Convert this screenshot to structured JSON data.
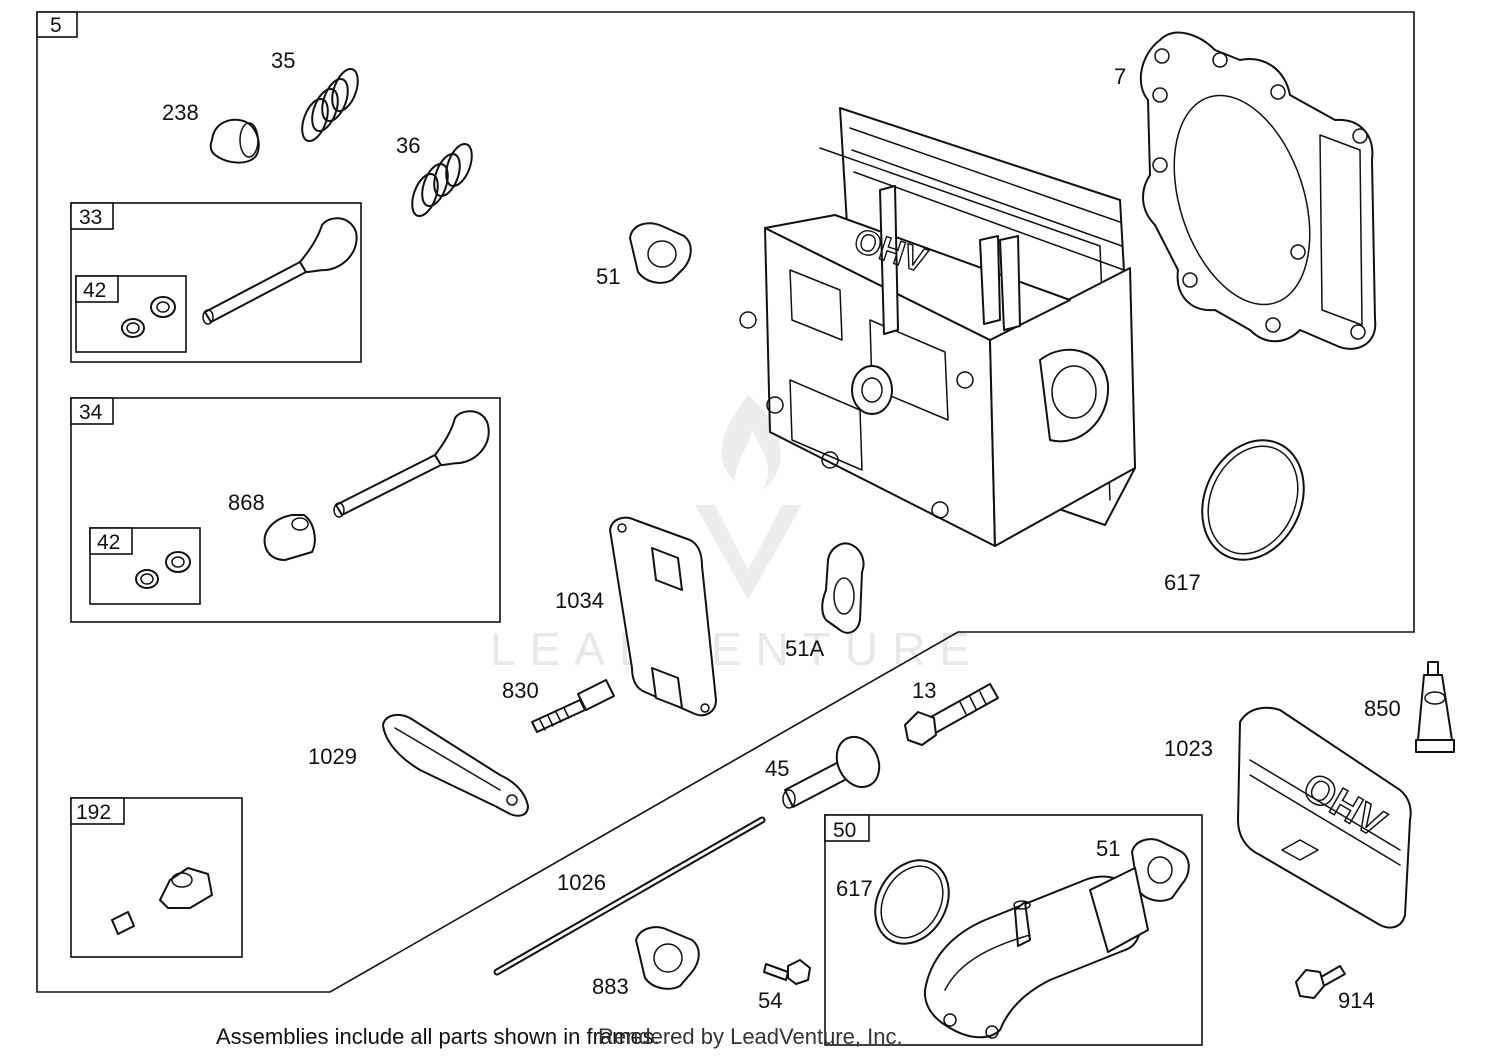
{
  "diagram": {
    "callouts": {
      "c5": "5",
      "c35": "35",
      "c238": "238",
      "c36": "36",
      "c33": "33",
      "c42a": "42",
      "c34": "34",
      "c868": "868",
      "c42b": "42",
      "c192": "192",
      "c51a": "51",
      "c7": "7",
      "c617a": "617",
      "c1034": "1034",
      "c51A": "51A",
      "c830": "830",
      "c1029": "1029",
      "c13": "13",
      "c45": "45",
      "c850": "850",
      "c1023": "1023",
      "c1026": "1026",
      "c50": "50",
      "c617b": "617",
      "c51b": "51",
      "c883": "883",
      "c54": "54",
      "c914": "914"
    },
    "engraving_head": "OHV",
    "engraving_cover": "OHV",
    "watermark": "LEADVENTURE"
  },
  "footer": {
    "note": "Assemblies include all parts shown in frames.",
    "credit": "Rendered by LeadVenture, Inc."
  }
}
